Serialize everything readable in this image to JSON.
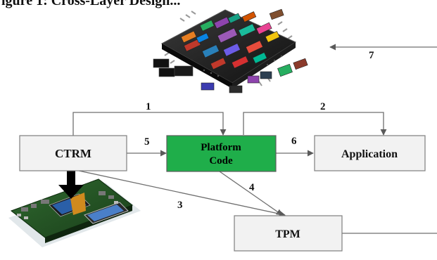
{
  "header_caption": "igure 1: Cross-Layer Design...",
  "boxes": {
    "ctrm": "CTRM",
    "platform_line1": "Platform",
    "platform_line2": "Code",
    "application": "Application",
    "tpm": "TPM"
  },
  "edges": {
    "e1": "1",
    "e2": "2",
    "e3": "3",
    "e4": "4",
    "e5": "5",
    "e6": "6",
    "e7": "7"
  },
  "colors": {
    "box_fill": "#f2f2f2",
    "box_border": "#7f7f7f",
    "platform_fill": "#1fae4a",
    "platform_text": "#000000",
    "arrow": "#6f6f6f"
  },
  "images": {
    "chip": "microcontroller-chip-image",
    "board": "development-board-image"
  }
}
